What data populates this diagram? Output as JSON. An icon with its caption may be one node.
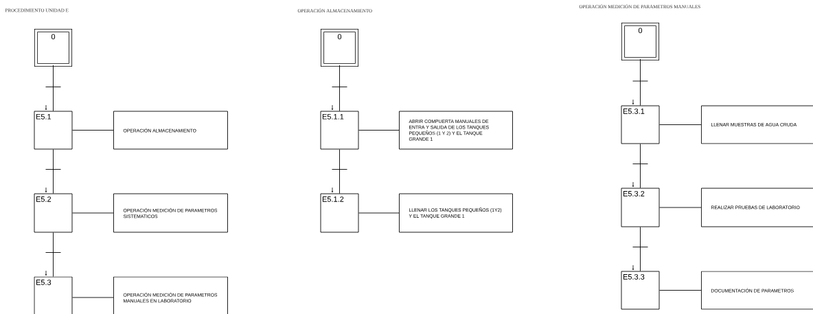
{
  "diagram": {
    "nodes": [
      {
        "text": [
          "0"
        ]
      },
      {
        "text": [
          "E5.1"
        ]
      },
      {
        "text": [
          "OPERACIÓN ALMACENAMIENTO"
        ]
      },
      {
        "text": [
          "E5.2"
        ]
      },
      {
        "text": [
          "OPERACIÓN MEDICIÓN DE PARAMETROS SISTEMATICOS"
        ]
      },
      {
        "text": [
          "E5.3"
        ]
      },
      {
        "text": [
          "OPERACIÓN MEDICIÓN DE PARAMETROS MANUALES EN LABORATORIO"
        ]
      },
      {
        "text": [
          "0"
        ]
      },
      {
        "text": [
          "E5.1.1"
        ]
      },
      {
        "text": [
          "ABRIR COMPUERTA MANUALES DE ENTRA Y SALIDA DE LOS TANQUES PEQUEÑOS (1 Y 2) Y EL TANQUE GRANDE 1"
        ]
      },
      {
        "text": [
          "E5.1.2"
        ]
      },
      {
        "text": [
          "LLENAR LOS TANQUES PEQUEÑOS (1Y2) Y EL TANQUE GRANDE 1"
        ]
      },
      {
        "text": [
          "0"
        ]
      },
      {
        "text": [
          "E5.3.1"
        ]
      },
      {
        "text": [
          "LLENAR MUESTRAS DE AGUA CRUDA"
        ]
      },
      {
        "text": [
          "E5.3.2"
        ]
      },
      {
        "text": [
          "REALIZAR PRUEBAS DE LABORATORIO"
        ]
      },
      {
        "text": [
          "E5.3.3"
        ]
      },
      {
        "text": [
          "DOCUMENTACIÓN DE PARAMETROS"
        ]
      }
    ],
    "edges": [
      {
        "from": 0,
        "to": 1,
        "arrow": "none"
      },
      {
        "from": 1,
        "to": 2,
        "arrow": "none"
      },
      {
        "from": 1,
        "to": 3,
        "arrow": "none"
      },
      {
        "from": 3,
        "to": 4,
        "arrow": "none"
      },
      {
        "from": 3,
        "to": 5,
        "arrow": "none"
      },
      {
        "from": 5,
        "to": 6,
        "arrow": "none"
      },
      {
        "from": 7,
        "to": 8,
        "arrow": "none"
      },
      {
        "from": 8,
        "to": 9,
        "arrow": "none"
      },
      {
        "from": 8,
        "to": 10,
        "arrow": "none"
      },
      {
        "from": 10,
        "to": 11,
        "arrow": "none"
      },
      {
        "from": 12,
        "to": 13,
        "arrow": "none"
      },
      {
        "from": 13,
        "to": 14,
        "arrow": "none"
      },
      {
        "from": 13,
        "to": 15,
        "arrow": "none"
      },
      {
        "from": 15,
        "to": 16,
        "arrow": "none"
      },
      {
        "from": 15,
        "to": 17,
        "arrow": "none"
      },
      {
        "from": 17,
        "to": 18,
        "arrow": "none"
      }
    ],
    "labels": [
      "PROCEDIMIENTO UNIDAD E",
      "OPERACIÓN ALMACENAMIENTO",
      "OPERACIÓN MEDICIÓN DE PARAMETROS MANUALES"
    ]
  }
}
